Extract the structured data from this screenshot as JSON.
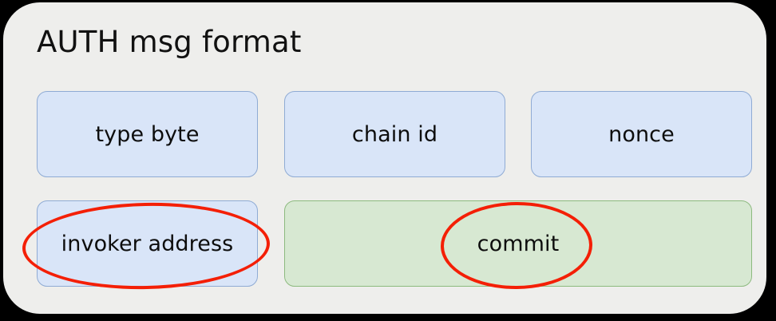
{
  "diagram": {
    "title": "AUTH msg format",
    "background_color": "#000000",
    "panel_color": "#eeeeec",
    "accent_blue_fill": "#d9e5f8",
    "accent_blue_border": "#8fabd4",
    "accent_green_fill": "#d7e8d2",
    "accent_green_border": "#8cba7e",
    "annotation_color": "#f41f06",
    "rows": [
      {
        "fields": [
          {
            "label": "type byte",
            "color": "blue",
            "annotated": false
          },
          {
            "label": "chain id",
            "color": "blue",
            "annotated": false
          },
          {
            "label": "nonce",
            "color": "blue",
            "annotated": false
          }
        ]
      },
      {
        "fields": [
          {
            "label": "invoker address",
            "color": "blue",
            "annotated": true
          },
          {
            "label": "commit",
            "color": "green",
            "annotated": true
          }
        ]
      }
    ]
  }
}
